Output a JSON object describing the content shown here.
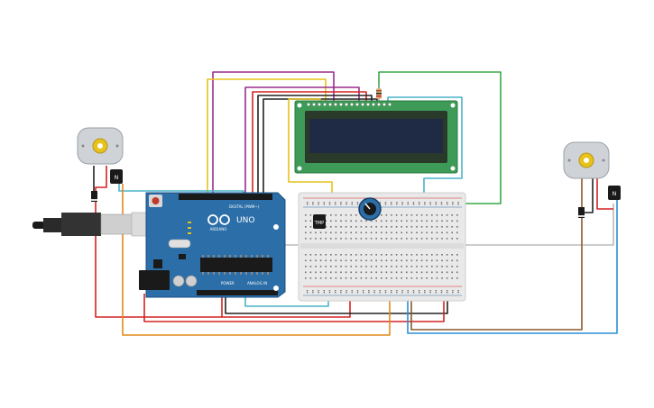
{
  "arduino": {
    "model": "UNO",
    "brand": "ARDUINO",
    "digital_header": "DIGITAL (PWM~)",
    "power_label": "POWER",
    "analog_label": "ANALOG IN"
  },
  "sensor": {
    "label": "TMP"
  },
  "transistor_left": {
    "label": "N"
  },
  "transistor_right": {
    "label": "N"
  },
  "colors": {
    "board": "#2b6ea8",
    "breadboard": "#e9e9e9",
    "lcd_bezel": "#3d9a57",
    "lcd_screen": "#1f2a44",
    "wire_red": "#d32222",
    "wire_black": "#222222",
    "wire_yellow": "#e6c21a",
    "wire_purple": "#9a2c8e",
    "wire_green": "#3aa845",
    "wire_cyan": "#4ab4c9",
    "wire_orange": "#e08a1e",
    "wire_brown": "#8b5a2b",
    "wire_blue": "#2b8fd8",
    "wire_gray": "#bbbbbb"
  }
}
